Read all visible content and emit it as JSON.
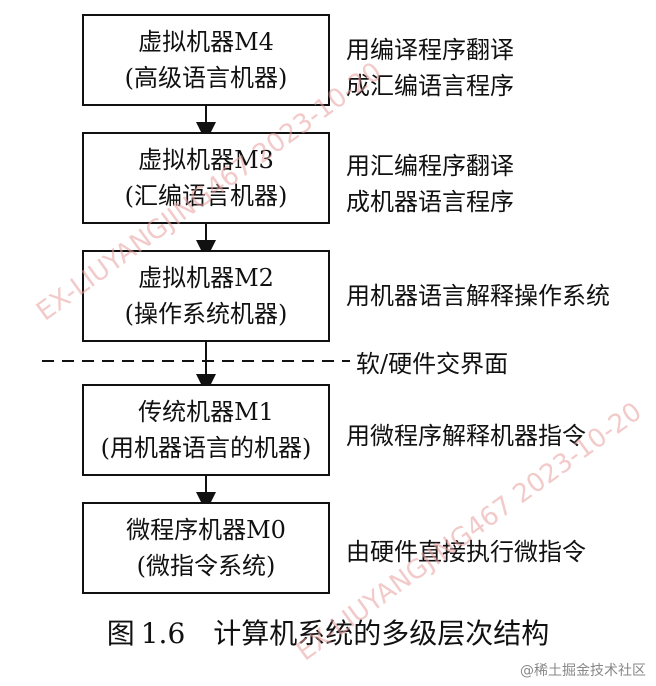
{
  "levels": [
    {
      "title": "虚拟机器M4",
      "subtitle": "(高级语言机器)",
      "desc1": "用编译程序翻译",
      "desc2": "成汇编语言程序"
    },
    {
      "title": "虚拟机器M3",
      "subtitle": "(汇编语言机器)",
      "desc1": "用汇编程序翻译",
      "desc2": "成机器语言程序"
    },
    {
      "title": "虚拟机器M2",
      "subtitle": "(操作系统机器)",
      "desc1": "用机器语言解释操作系统",
      "desc2": ""
    },
    {
      "title": "传统机器M1",
      "subtitle": "(用机器语言的机器)",
      "desc1": "用微程序解释机器指令",
      "desc2": ""
    },
    {
      "title": "微程序机器M0",
      "subtitle": "(微指令系统)",
      "desc1": "由硬件直接执行微指令",
      "desc2": ""
    }
  ],
  "interface_label": "软/硬件交界面",
  "caption": {
    "figure": "图",
    "number": "1.6",
    "text": "计算机系统的多级层次结构"
  },
  "watermarks": [
    "EX-LIUYANGJING467 2023-10-20",
    "EX-LIUYANGJING467 2023-10-20"
  ],
  "brand": "@稀土掘金技术社区",
  "colors": {
    "line": "#111111",
    "watermark": "#e8a0a0",
    "brand": "#888888"
  }
}
